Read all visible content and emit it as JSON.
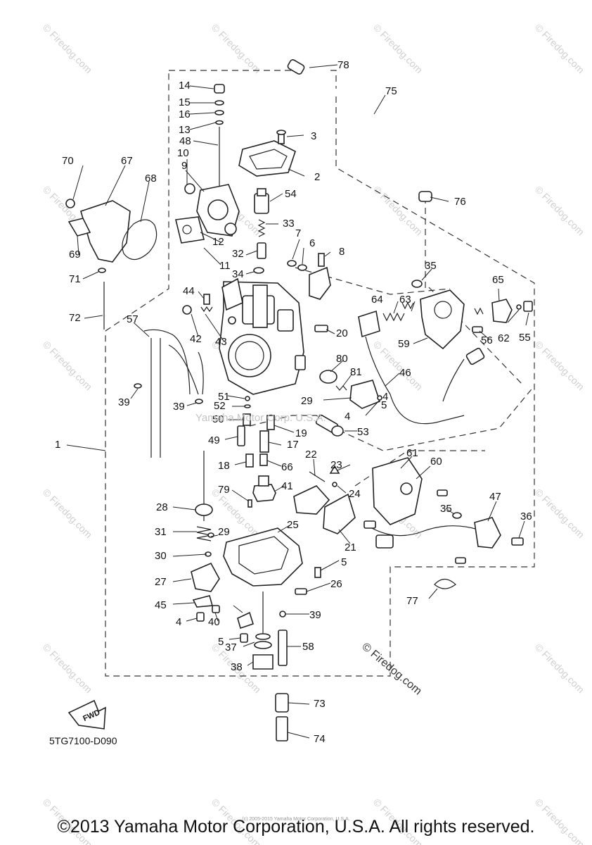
{
  "diagram_code": "5TG7100-D090",
  "fwd_label": "FWD",
  "copyright": "©2013 Yamaha Motor Corporation, U.S.A. All rights reserved.",
  "tiny_notice": "(c) 2005-2015 Yamaha Motor Corporation, U.S.A.",
  "faint_text": "Yamaha Motor Corp. U.S.A.",
  "watermark": "© Firedog.com",
  "callouts": [
    "1",
    "2",
    "3",
    "4",
    "4",
    "4",
    "5",
    "5",
    "5",
    "6",
    "7",
    "8",
    "9",
    "10",
    "11",
    "12",
    "13",
    "14",
    "15",
    "16",
    "17",
    "18",
    "19",
    "20",
    "21",
    "22",
    "23",
    "24",
    "25",
    "26",
    "27",
    "28",
    "29",
    "29",
    "30",
    "31",
    "32",
    "33",
    "34",
    "35",
    "35",
    "36",
    "37",
    "38",
    "39",
    "39",
    "39",
    "40",
    "41",
    "42",
    "43",
    "44",
    "45",
    "46",
    "47",
    "48",
    "49",
    "50",
    "51",
    "52",
    "53",
    "54",
    "55",
    "56",
    "57",
    "58",
    "59",
    "60",
    "61",
    "62",
    "63",
    "64",
    "65",
    "66",
    "67",
    "68",
    "69",
    "70",
    "71",
    "72",
    "73",
    "74",
    "75",
    "76",
    "77",
    "78",
    "79",
    "80",
    "81"
  ],
  "colors": {
    "line": "#222222",
    "watermark": "#d0d0d0"
  }
}
